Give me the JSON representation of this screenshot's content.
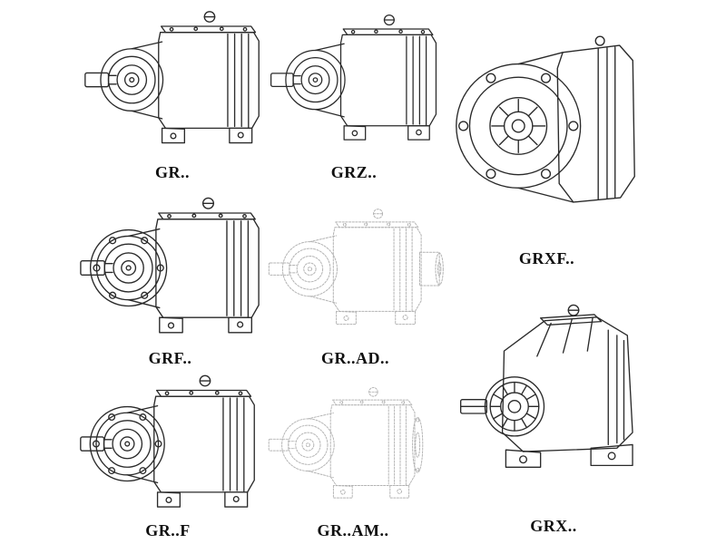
{
  "page": {
    "background_color": "#ffffff",
    "line_color": "#2a2a2a",
    "light_line_color": "#b3b3b3",
    "label_color": "#101010"
  },
  "items": [
    {
      "id": "gr",
      "label": "GR.."
    },
    {
      "id": "grz",
      "label": "GRZ.."
    },
    {
      "id": "grxf",
      "label": "GRXF.."
    },
    {
      "id": "grf",
      "label": "GRF.."
    },
    {
      "id": "grad",
      "label": "GR..AD.."
    },
    {
      "id": "grx",
      "label": "GRX.."
    },
    {
      "id": "grff",
      "label": "GR..F"
    },
    {
      "id": "gram",
      "label": "GR..AM.."
    }
  ]
}
